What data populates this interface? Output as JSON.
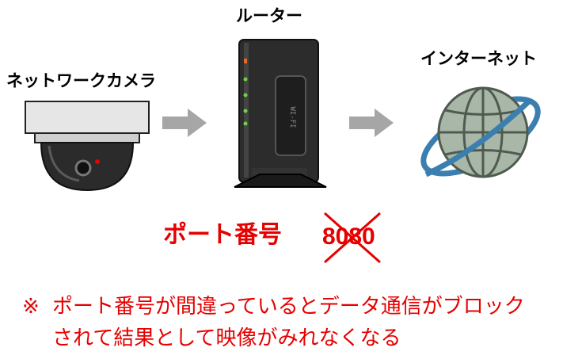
{
  "devices": {
    "camera_label": "ネットワークカメラ",
    "router_label": "ルーター",
    "internet_label": "インターネット",
    "router_brand_text": "WI-FI"
  },
  "port": {
    "label": "ポート番号",
    "number": "8080",
    "struck_out": true
  },
  "note": {
    "mark": "※",
    "line1": "ポート番号が間違っているとデータ通信がブロック",
    "line2": "されて結果として映像がみれなくなる"
  },
  "colors": {
    "accent_red": "#e60000",
    "arrow_gray": "#a6a6a6"
  }
}
